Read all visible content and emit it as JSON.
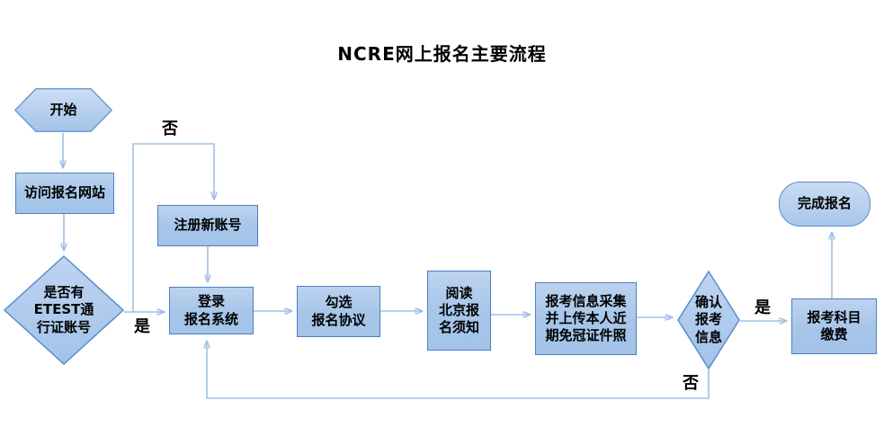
{
  "title": "NCRE网上报名主要流程",
  "colors": {
    "node_fill": "#a6c5e9",
    "node_fill_light": "#c9dcf3",
    "node_border": "#4f7fc1",
    "connector_line": "#a0c0e8",
    "arrowhead": "#4878be",
    "text": "#000000",
    "background": "#ffffff"
  },
  "nodes": [
    {
      "id": "start",
      "type": "hexagon",
      "label": "开始"
    },
    {
      "id": "visit-site",
      "type": "process",
      "label": "访问报名网站"
    },
    {
      "id": "has-etest-account",
      "type": "decision",
      "label": "是否有\nETEST通\n行证账号"
    },
    {
      "id": "register-account",
      "type": "process",
      "label": "注册新账号"
    },
    {
      "id": "login-system",
      "type": "process",
      "label": "登录\n报名系统"
    },
    {
      "id": "check-agreement",
      "type": "process",
      "label": "勾选\n报名协议"
    },
    {
      "id": "read-notice",
      "type": "process",
      "label": "阅读\n北京报\n名须知"
    },
    {
      "id": "info-collection",
      "type": "process",
      "label": "报考信息采集\n并上传本人近\n期免冠证件照"
    },
    {
      "id": "confirm-info",
      "type": "decision",
      "label": "确认\n报考\n信息"
    },
    {
      "id": "pay-fee",
      "type": "process",
      "label": "报考科目\n缴费"
    },
    {
      "id": "finish",
      "type": "terminator",
      "label": "完成报名"
    }
  ],
  "edge_labels": {
    "no_top": "否",
    "yes_left": "是",
    "yes_right": "是",
    "no_bottom": "否"
  },
  "edges": [
    {
      "from": "start",
      "to": "visit-site",
      "label": ""
    },
    {
      "from": "visit-site",
      "to": "has-etest-account",
      "label": ""
    },
    {
      "from": "has-etest-account",
      "to": "register-account",
      "label": "否"
    },
    {
      "from": "has-etest-account",
      "to": "login-system",
      "label": "是"
    },
    {
      "from": "register-account",
      "to": "login-system",
      "label": ""
    },
    {
      "from": "login-system",
      "to": "check-agreement",
      "label": ""
    },
    {
      "from": "check-agreement",
      "to": "read-notice",
      "label": ""
    },
    {
      "from": "read-notice",
      "to": "info-collection",
      "label": ""
    },
    {
      "from": "info-collection",
      "to": "confirm-info",
      "label": ""
    },
    {
      "from": "confirm-info",
      "to": "pay-fee",
      "label": "是"
    },
    {
      "from": "confirm-info",
      "to": "login-system",
      "label": "否"
    },
    {
      "from": "pay-fee",
      "to": "finish",
      "label": ""
    }
  ]
}
